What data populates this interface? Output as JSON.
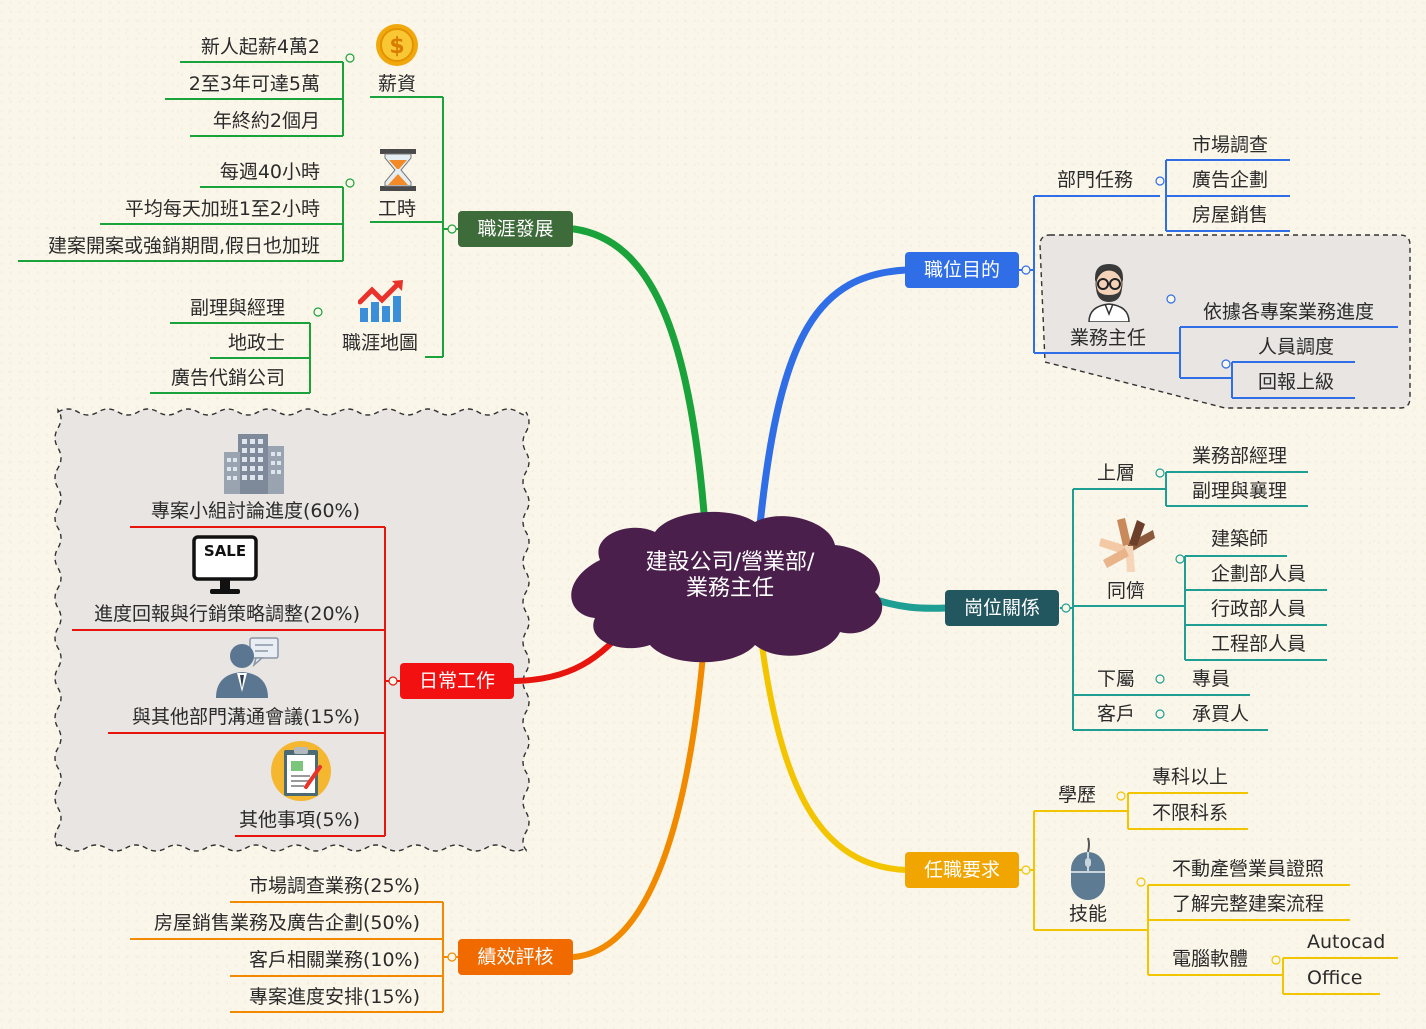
{
  "center": {
    "line1": "建設公司/營業部/",
    "line2": "業務主任"
  },
  "colors": {
    "green": "#1aa33a",
    "blue": "#2f6ee6",
    "teal": "#1f9e94",
    "yellow": "#f2c500",
    "orange": "#f28a00",
    "red": "#e8150e",
    "center": "#4a1f4c",
    "career_box": "#3d6b3a",
    "purpose_box": "#2f6ee6",
    "relation_box": "#22575f",
    "require_box": "#f0a500",
    "perf_box": "#f06a00",
    "daily_box": "#f21010"
  },
  "career": {
    "label": "職涯發展",
    "salary": {
      "label": "薪資",
      "items": [
        "新人起薪4萬2",
        "2至3年可達5萬",
        "年終約2個月"
      ]
    },
    "hours": {
      "label": "工時",
      "items": [
        "每週40小時",
        "平均每天加班1至2小時",
        "建案開案或強銷期間,假日也加班"
      ]
    },
    "map": {
      "label": "職涯地圖",
      "items": [
        "副理與經理",
        "地政士",
        "廣告代銷公司"
      ]
    }
  },
  "daily": {
    "label": "日常工作",
    "items": [
      "專案小組討論進度(60%)",
      "進度回報與行銷策略調整(20%)",
      "與其他部門溝通會議(15%)",
      "其他事項(5%)"
    ],
    "sale_text": "SALE"
  },
  "performance": {
    "label": "績效評核",
    "items": [
      "市場調查業務(25%)",
      "房屋銷售業務及廣告企劃(50%)",
      "客戶相關業務(10%)",
      "專案進度安排(15%)"
    ]
  },
  "purpose": {
    "label": "職位目的",
    "dept": {
      "label": "部門任務",
      "items": [
        "市場調查",
        "廣告企劃",
        "房屋銷售"
      ]
    },
    "role": {
      "label": "業務主任",
      "task": "依據各專案業務進度",
      "subtasks": [
        "人員調度",
        "回報上級"
      ]
    }
  },
  "relations": {
    "label": "崗位關係",
    "upper": {
      "label": "上層",
      "items": [
        "業務部經理",
        "副理與襄理"
      ]
    },
    "peer": {
      "label": "同儕",
      "items": [
        "建築師",
        "企劃部人員",
        "行政部人員",
        "工程部人員"
      ]
    },
    "lower": {
      "label": "下屬",
      "items": [
        "專員"
      ]
    },
    "client": {
      "label": "客戶",
      "items": [
        "承買人"
      ]
    }
  },
  "requirements": {
    "label": "任職要求",
    "education": {
      "label": "學歷",
      "items": [
        "專科以上",
        "不限科系"
      ]
    },
    "skills": {
      "label": "技能",
      "items": [
        "不動產營業員證照",
        "了解完整建案流程"
      ],
      "software": {
        "label": "電腦軟體",
        "items": [
          "Autocad",
          "Office"
        ]
      }
    }
  }
}
